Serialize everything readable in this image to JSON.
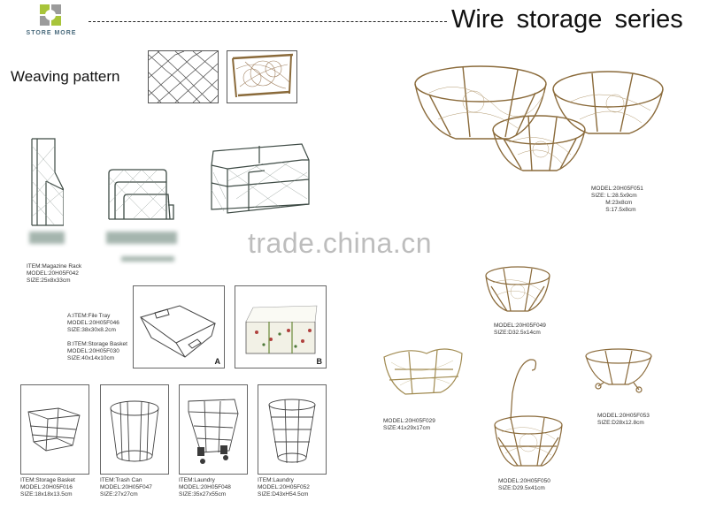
{
  "header": {
    "logo_text": "STORE MORE",
    "title": "Wire storage series"
  },
  "weaving": {
    "label": "Weaving pattern",
    "swatches": [
      "chicken-wire-pattern",
      "random-twig-pattern"
    ]
  },
  "watermark": "trade.china.cn",
  "left_products": [
    {
      "caption": "ITEM:Magazine Rack\nMODEL:20H05F042\nSIZE:25x8x33cm"
    }
  ],
  "tray_group": {
    "caption": "A:ITEM:File Tray\nMODEL:20H05F046\nSIZE:38x30x8.2cm\n\nB:ITEM:Storage Basket\nMODEL:20H05F030\nSIZE:40x14x10cm",
    "labels": [
      "A",
      "B"
    ]
  },
  "bottom_products": [
    {
      "caption": "ITEM:Storage Basket\nMODEL:20H05F016\nSIZE:18x18x13.5cm"
    },
    {
      "caption": "ITEM:Trash Can\nMODEL:20H05F047\nSIZE:27x27cm"
    },
    {
      "caption": "ITEM:Laundry\nMODEL:20H05F048\nSIZE:35x27x55cm"
    },
    {
      "caption": "ITEM:Laundry\nMODEL:20H05F052\nSIZE:D43xH54.5cm"
    }
  ],
  "right_products": [
    {
      "caption": "MODEL:20H05F051\nSIZE: L:28.5x9cm\n         M:23x8cm\n         S:17.5x8cm"
    },
    {
      "caption": "MODEL:20H05F049\nSIZE:D32.5x14cm"
    },
    {
      "caption": "MODEL:20H05F029\nSIZE:41x29x17cm"
    },
    {
      "caption": "MODEL:20H05F053\nSIZE:D28x12.8cm"
    },
    {
      "caption": "MODEL:20H05F050\nSIZE:D29.5x41cm"
    }
  ],
  "colors": {
    "wire_dark": "#3d4a44",
    "wire_copper": "#8a6a3a",
    "logo_green": "#a8c43a",
    "logo_gray": "#8a8a8a"
  }
}
